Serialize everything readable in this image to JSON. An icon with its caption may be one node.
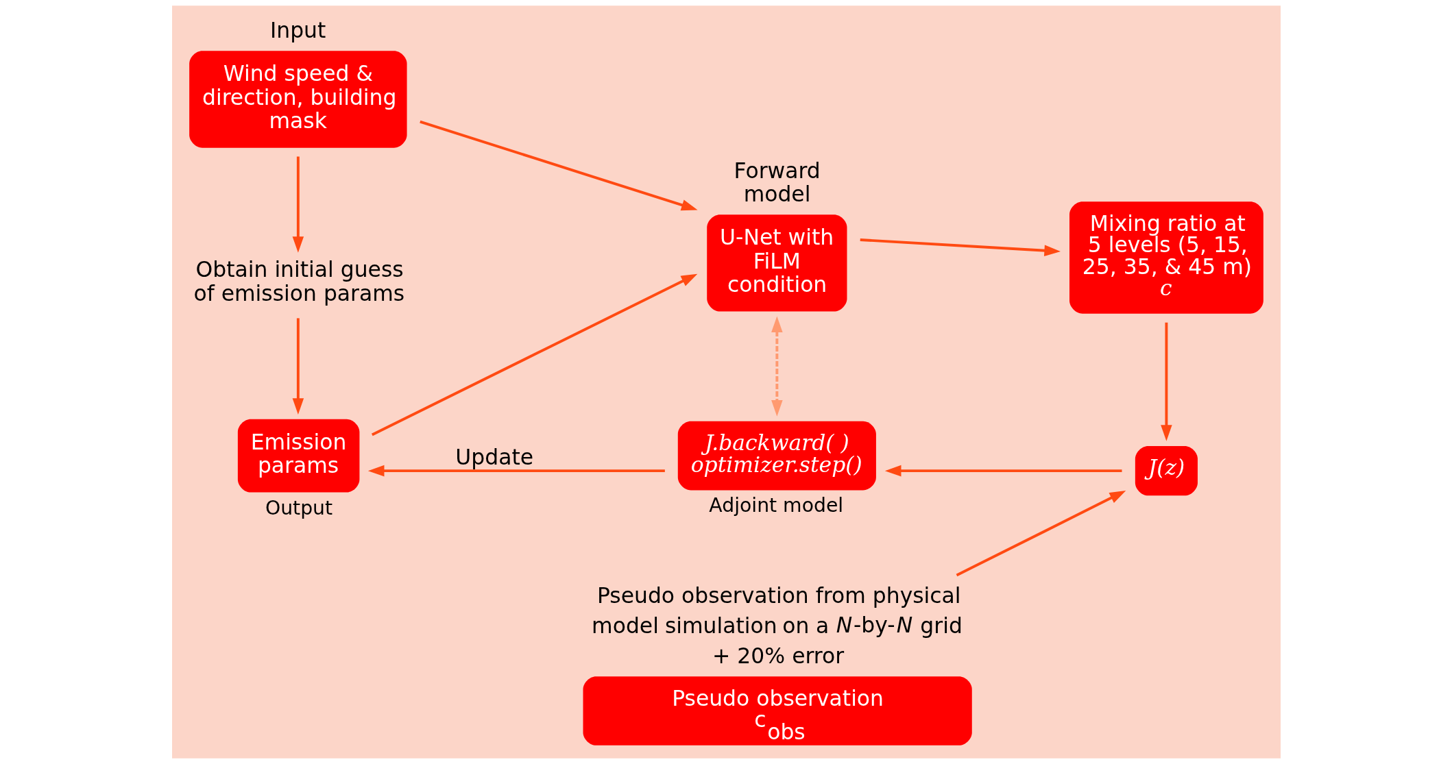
{
  "diagram": {
    "nodes": [
      {
        "text": [
          "Input",
          "Wind speed & direction, building mask"
        ]
      },
      {
        "text": [
          "Obtain initial guess of emission params"
        ]
      },
      {
        "text": [
          "Emission params"
        ],
        "beside": [
          "Output"
        ]
      },
      {
        "text": [
          "Forward model",
          "U-Net with FiLM condition"
        ]
      },
      {
        "text": [
          "Mixing ratio at 5 levels (5, 15, 25, 35, & 45 m)",
          "c"
        ]
      },
      {
        "text": [
          "Pseudo observation from physical model simulation on a *N*-by-*N* grid + 20% error",
          "Pseudo observation",
          "c$_{obs}$"
        ]
      },
      {
        "text": [
          "J(z)"
        ]
      },
      {
        "text": [
          "J.backward( ) optimizer.step()"
        ],
        "beside": [
          "Adjoint model"
        ]
      }
    ],
    "edges": [
      {
        "from": 0,
        "to": 3,
        "arrow": "to"
      },
      {
        "from": 0,
        "to": 1,
        "arrow": "to"
      },
      {
        "from": 1,
        "to": 2,
        "arrow": "to"
      },
      {
        "from": 2,
        "to": 3,
        "arrow": "to"
      },
      {
        "from": 3,
        "to": 4,
        "arrow": "to"
      },
      {
        "from": 3,
        "to": 7,
        "arrow": "both",
        "style": "dashed",
        "color": "#ff9a70"
      },
      {
        "from": 4,
        "to": 6,
        "arrow": "to"
      },
      {
        "from": 5,
        "to": 6,
        "arrow": "to"
      },
      {
        "from": 6,
        "to": 7,
        "arrow": "to"
      },
      {
        "from": 7,
        "to": 2,
        "arrow": "to",
        "label": "Update"
      }
    ]
  }
}
